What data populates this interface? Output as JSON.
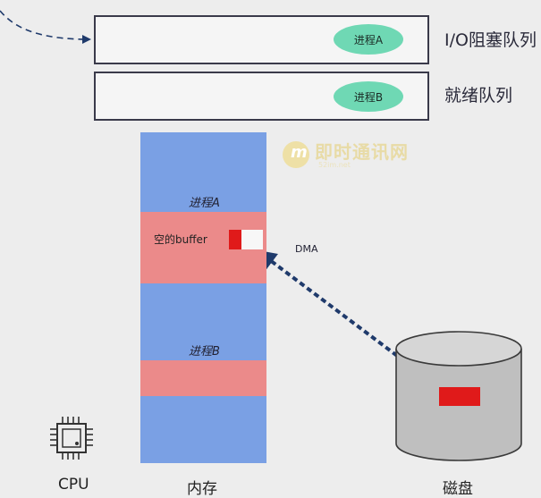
{
  "queues": {
    "io_blocked": {
      "label": "I/O阻塞队列",
      "process": "进程A"
    },
    "ready": {
      "label": "就绪队列",
      "process": "进程B"
    }
  },
  "memory": {
    "label": "内存",
    "process_a": "进程A",
    "process_b": "进程B",
    "empty_buffer": "空的buffer"
  },
  "dma": {
    "label": "DMA"
  },
  "cpu": {
    "label": "CPU"
  },
  "disk": {
    "label": "磁盘"
  },
  "watermark": {
    "text": "即时通讯网",
    "sub": "52im.net",
    "logo_letter": "m"
  },
  "colors": {
    "background": "#ededed",
    "memory": "#7aa0e4",
    "memory_band": "#eb8a8a",
    "process_pill": "#6fd8b4",
    "buffer_data": "#e01a1a",
    "disk": "#bfbfbf",
    "arrow": "#1f3a6b"
  }
}
